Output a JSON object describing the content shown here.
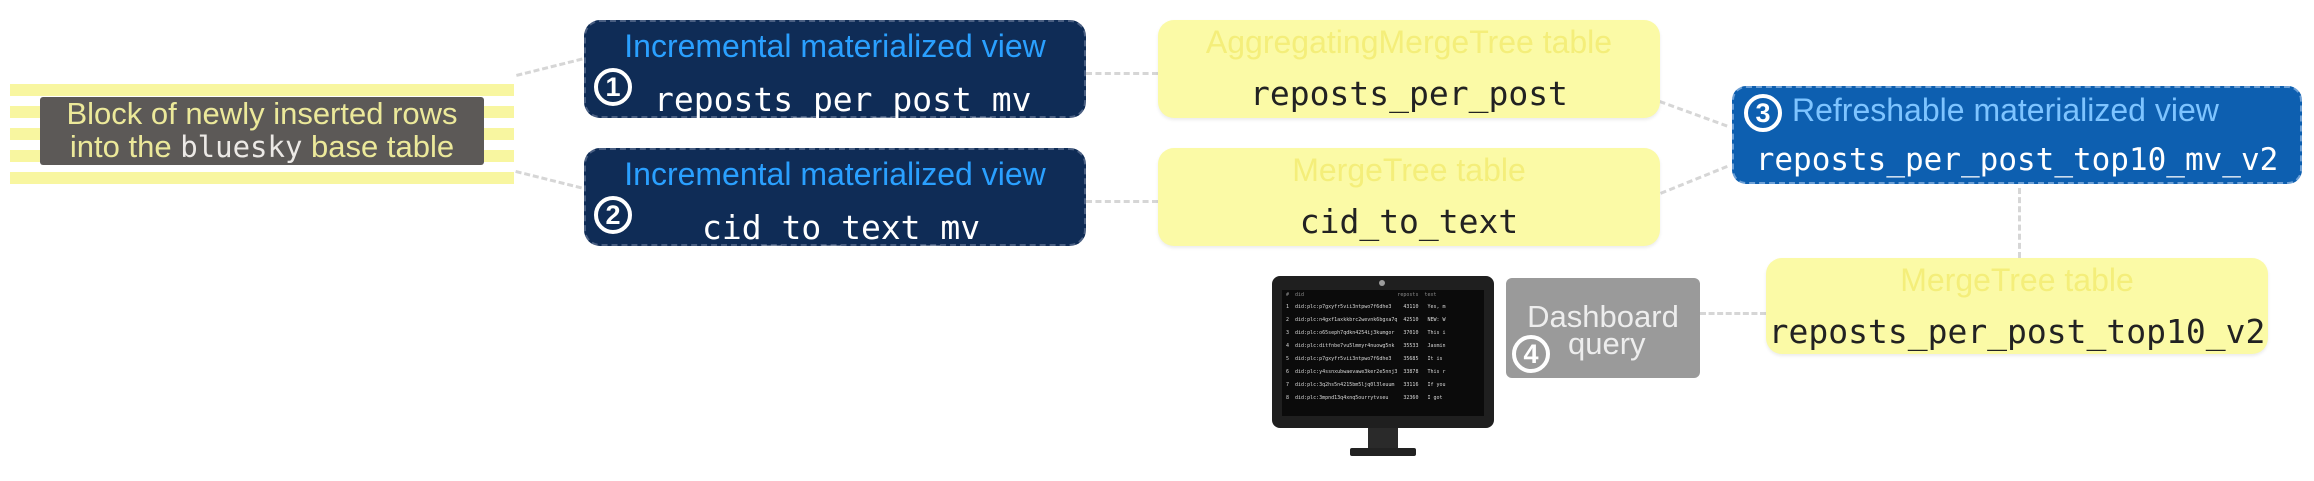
{
  "source": {
    "line1": "Block of newly inserted rows",
    "line2_pre": "into the ",
    "line2_code": "bluesky",
    "line2_post": " base table"
  },
  "mv1": {
    "badge": "1",
    "title": "Incremental materialized view",
    "name": "reposts_per_post_mv"
  },
  "mv2": {
    "badge": "2",
    "title": "Incremental materialized view",
    "name": "cid_to_text_mv"
  },
  "tbl1": {
    "title": "AggregatingMergeTree table",
    "name": "reposts_per_post"
  },
  "tbl2": {
    "title": "MergeTree table",
    "name": "cid_to_text"
  },
  "rmv": {
    "badge": "3",
    "title": "Refreshable materialized view",
    "name": "reposts_per_post_top10_mv_v2"
  },
  "tbl3": {
    "title": "MergeTree table",
    "name": "reposts_per_post_top10_v2"
  },
  "dashboard": {
    "badge": "4",
    "line1": "Dashboard",
    "line2": "query"
  },
  "screen": {
    "header": "#  did                               reposts  text",
    "rows": [
      "1  did:plc:p7gxyfr5vii3ntpwo7f6dhe3    43110   Yes, m",
      "2  did:plc:n4gxf1axkkbrc2wevnk6bgxa7q  42510   NEW: W",
      "3  did:plc:o65seph7qdkn4254ij3kumgor   37010   This i",
      "4  did:plc:ditfnbe7vu5lmmyr4nuowg5nk   35533   Jasmin",
      "5  did:plc:p7gxyfr5vii3ntpwo7f6dhe3    35685   It is",
      "6  did:plc:y4ssnxubwaevawe3ker2e5nnj3  33878   This r",
      "7  did:plc:3q2hs5n4215bm5ljq0l3leuum   33116   If you",
      "8  did:plc:3mpnd13q4xnq5ourrytvseu     32360   I got"
    ]
  }
}
